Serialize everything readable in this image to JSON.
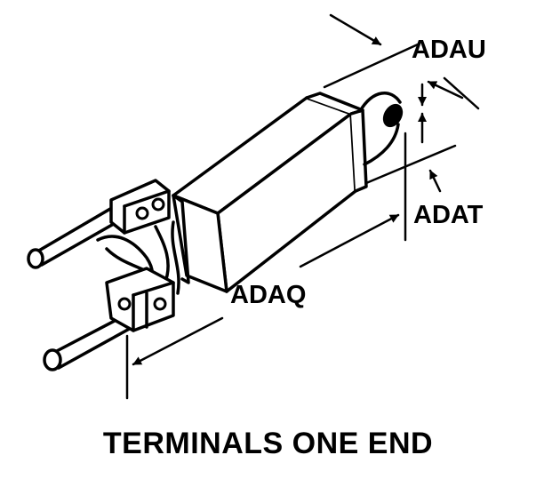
{
  "labels": {
    "adau": "ADAU",
    "adat": "ADAT",
    "adaq": "ADAQ"
  },
  "caption": "TERMINALS ONE END",
  "colors": {
    "ink": "#000000",
    "background": "#ffffff"
  }
}
